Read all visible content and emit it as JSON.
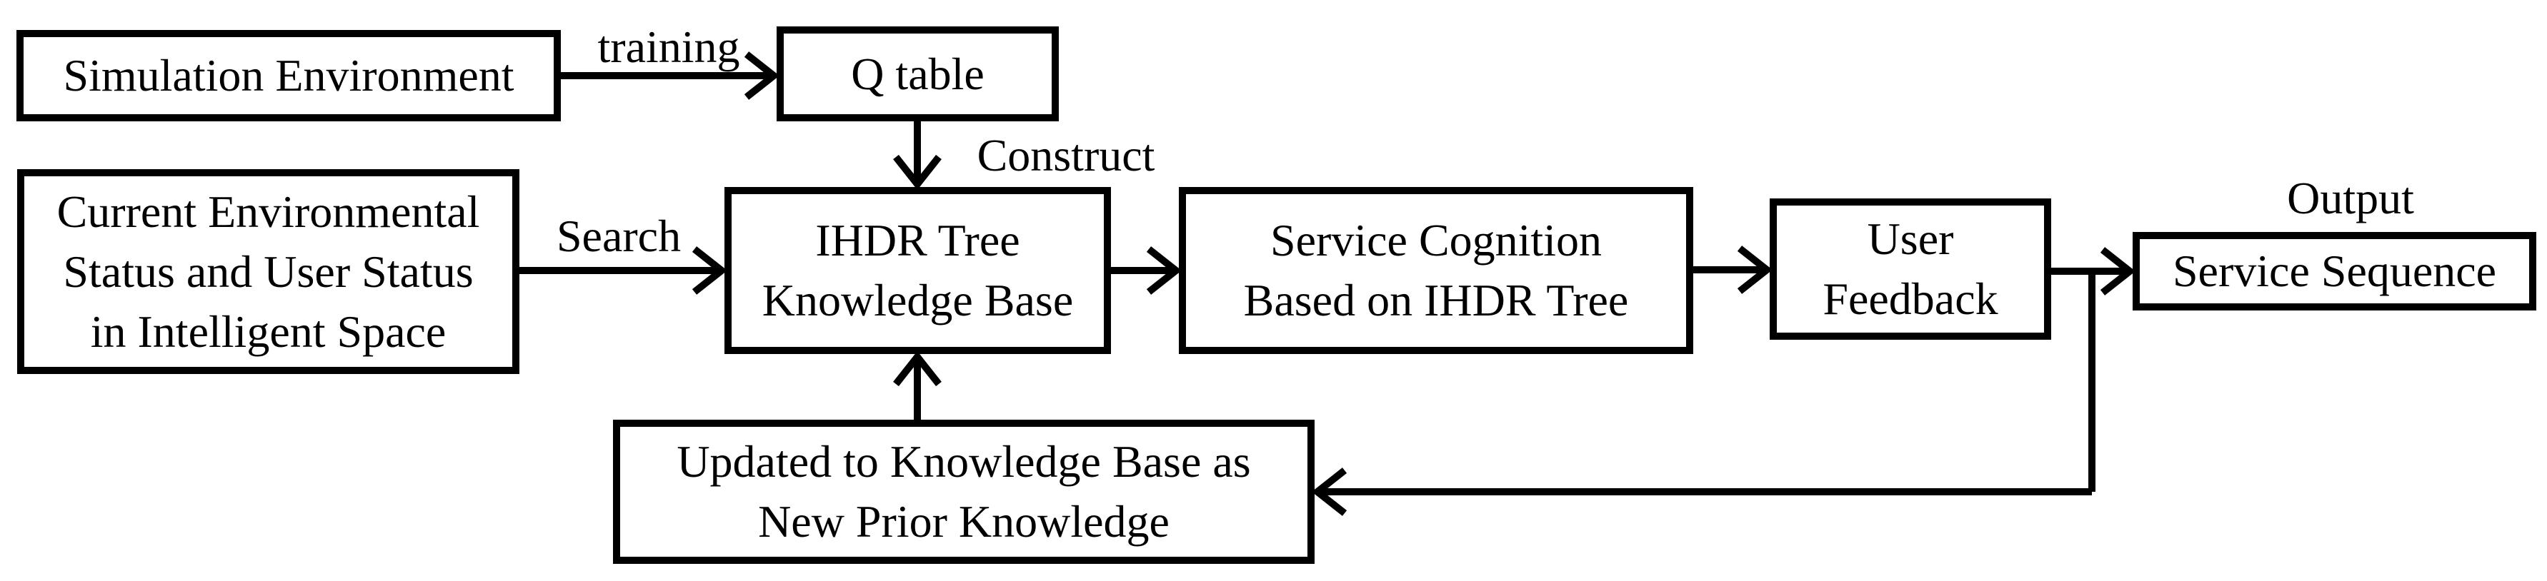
{
  "diagram": {
    "type": "flowchart",
    "colors": {
      "stroke": "#000000",
      "text": "#000000",
      "background": "#ffffff"
    },
    "nodes": {
      "simulation_environment": {
        "label": "Simulation Environment"
      },
      "q_table": {
        "label": "Q table"
      },
      "current_status": {
        "lines": [
          "Current Environmental",
          "Status and User Status",
          "in Intelligent Space"
        ]
      },
      "ihdr_knowledge_base": {
        "lines": [
          "IHDR Tree",
          "Knowledge Base"
        ]
      },
      "service_cognition": {
        "lines": [
          "Service Cognition",
          "Based on IHDR Tree"
        ]
      },
      "user_feedback": {
        "lines": [
          "User",
          "Feedback"
        ]
      },
      "service_sequence": {
        "label": "Service Sequence"
      },
      "updated_knowledge": {
        "lines": [
          "Updated to Knowledge Base as",
          "New Prior Knowledge"
        ]
      }
    },
    "edge_labels": {
      "training": "training",
      "construct": "Construct",
      "search": "Search",
      "output": "Output"
    },
    "edges": [
      {
        "from": "simulation_environment",
        "to": "q_table",
        "label": "training"
      },
      {
        "from": "q_table",
        "to": "ihdr_knowledge_base",
        "label": "Construct"
      },
      {
        "from": "current_status",
        "to": "ihdr_knowledge_base",
        "label": "Search"
      },
      {
        "from": "ihdr_knowledge_base",
        "to": "service_cognition",
        "label": ""
      },
      {
        "from": "service_cognition",
        "to": "user_feedback",
        "label": ""
      },
      {
        "from": "user_feedback",
        "to": "service_sequence",
        "label": "Output"
      },
      {
        "from": "user_feedback",
        "to": "updated_knowledge",
        "label": ""
      },
      {
        "from": "updated_knowledge",
        "to": "ihdr_knowledge_base",
        "label": ""
      }
    ]
  }
}
